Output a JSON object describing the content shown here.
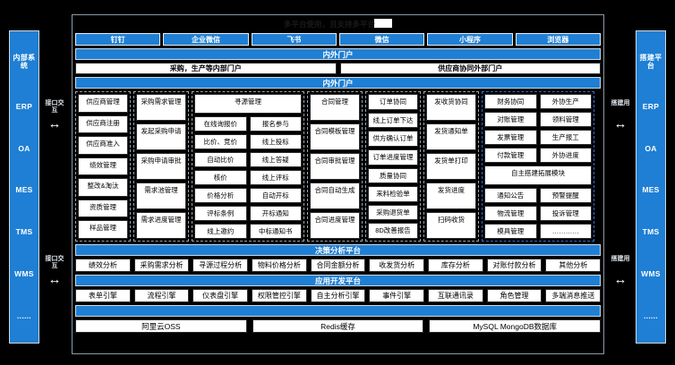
{
  "header": {
    "title": "多平台使用，且支持多平台",
    "platform_buttons": [
      "钉钉",
      "企业微信",
      "飞书",
      "微信",
      "小程序",
      "浏览器"
    ],
    "portal_bar_1": "内外门户",
    "portal_cells": [
      "采购，生产等内部门户",
      "供应商协同外部门户"
    ],
    "portal_bar_2": "内外门户"
  },
  "left_rail": {
    "items": [
      "内部系统",
      "ERP",
      "OA",
      "MES",
      "TMS",
      "WMS",
      "......"
    ],
    "io_label_top": "接口交互",
    "io_label_bottom": "接口交互",
    "arrow_glyph": "↔"
  },
  "right_rail": {
    "items": [
      "搭建平台",
      "ERP",
      "OA",
      "MES",
      "TMS",
      "WMS",
      "......"
    ],
    "io_label_top": "搭建用",
    "io_label_bottom": "搭建用",
    "arrow_glyph": "↔"
  },
  "grid": {
    "columns": [
      {
        "name": "supplier",
        "width": 1,
        "highlight": false,
        "cells": [
          "供应商管理",
          "供应商注册",
          "供应商准入",
          "绩效管理",
          "整改&淘汰",
          "资质管理",
          "样品管理"
        ]
      },
      {
        "name": "purchase-demand",
        "width": 1,
        "highlight": false,
        "cells": [
          "采购需求管理",
          "发起采购申请",
          "采购申请审批",
          "需求池管理",
          "需求进度管理"
        ]
      },
      {
        "name": "sourcing",
        "width": 2,
        "highlight": false,
        "header": "寻源管理",
        "pairs": [
          [
            "在线询报价",
            "报名参与"
          ],
          [
            "比价、竞价",
            "线上投标"
          ],
          [
            "自动比价",
            "线上答疑"
          ],
          [
            "核价",
            "线上评标"
          ],
          [
            "价格分析",
            "自动开标"
          ],
          [
            "评标条例",
            "开标通知"
          ],
          [
            "线上邀约",
            "中标通知书"
          ]
        ]
      },
      {
        "name": "contract",
        "width": 1,
        "highlight": false,
        "cells": [
          "合同管理",
          "合同模板管理",
          "合同审批管理",
          "合同自动生成",
          "合同进度管理"
        ]
      },
      {
        "name": "order",
        "width": 1,
        "highlight": false,
        "cells": [
          "订单协同",
          "线上订单下达",
          "供方确认订单",
          "订单进度管理",
          "质量协同",
          "来料检验单",
          "采购退货单",
          "8D改善报告"
        ]
      },
      {
        "name": "delivery",
        "width": 1,
        "highlight": false,
        "cells": [
          "发收货协同",
          "发货通知单",
          "发货单打印",
          "发货进度",
          "扫码收货"
        ]
      },
      {
        "name": "finance-outsourcing",
        "width": 2,
        "highlight": true,
        "pairs": [
          [
            "财务协同",
            "外协生产"
          ],
          [
            "对账管理",
            "领料管理"
          ],
          [
            "发票管理",
            "生产报工"
          ],
          [
            "付款管理",
            "外协进度"
          ]
        ],
        "full_cell": "自主搭建拓展模块",
        "pairs_after": [
          [
            "通知公告",
            "预警提醒"
          ],
          [
            "物流管理",
            "投诉管理"
          ],
          [
            "模具管理",
            "…………"
          ]
        ]
      }
    ]
  },
  "decision_platform": {
    "title": "决策分析平台",
    "items": [
      "绩效分析",
      "采购需求分析",
      "寻源过程分析",
      "物料价格分析",
      "合同金额分析",
      "收发货分析",
      "库存分析",
      "对账付款分析",
      "其他分析"
    ]
  },
  "app_platform": {
    "title": "应用开发平台",
    "items": [
      "表单引擎",
      "流程引擎",
      "仪表盘引擎",
      "权限管控引擎",
      "自主分析引擎",
      "事件引擎",
      "互联通讯录",
      "角色管理",
      "多端消息推送"
    ]
  },
  "infra": {
    "bar": "",
    "items": [
      "阿里云OSS",
      "Redis缓存",
      "MySQL MongoDB数据库"
    ]
  },
  "colors": {
    "accent": "#1f7fd4",
    "background": "#000000",
    "cell_bg": "#ffffff",
    "highlight_border": "#2f6fd0"
  }
}
